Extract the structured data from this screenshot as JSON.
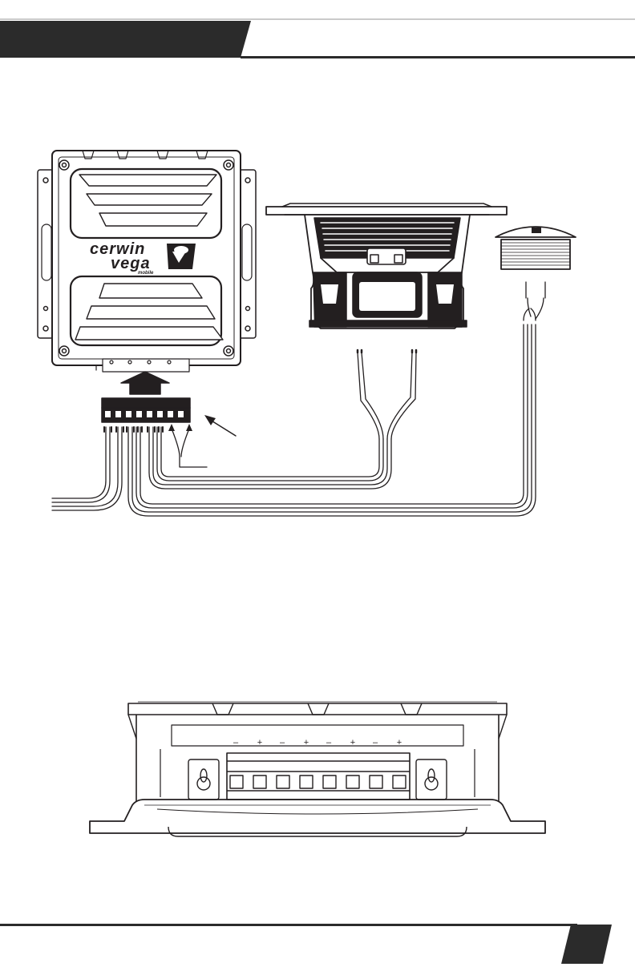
{
  "brand": {
    "line1": "cerwin",
    "line2": "vega",
    "line3": "mobile"
  },
  "terminal_polarity": [
    "–",
    "+",
    "–",
    "+",
    "–",
    "+",
    "–",
    "+"
  ],
  "colors": {
    "ink": "#231f20",
    "header_tab": "#2b2b2b",
    "page": "#ffffff"
  },
  "icons": {
    "insert_arrow": "arrow-up-icon",
    "callout_arrow": "arrow-pointer-icon"
  }
}
